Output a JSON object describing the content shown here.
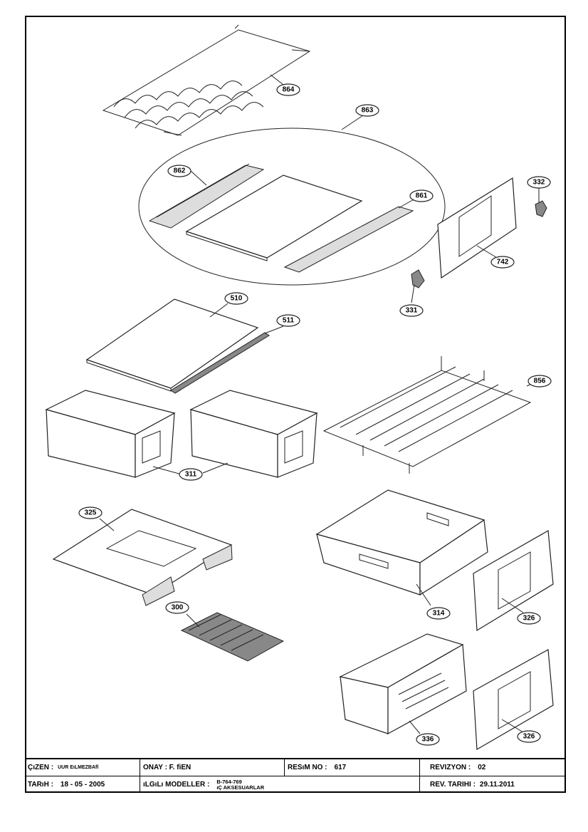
{
  "callouts": {
    "p864": "864",
    "p863": "863",
    "p862": "862",
    "p861": "861",
    "p332": "332",
    "p742": "742",
    "p331": "331",
    "p510": "510",
    "p511": "511",
    "p856": "856",
    "p311": "311",
    "p325": "325",
    "p314": "314",
    "p326a": "326",
    "p300": "300",
    "p336": "336",
    "p326b": "326"
  },
  "title_block": {
    "drawn_by_label": "ÇıZEN :",
    "drawn_by_value": "UUR EıLMEZBAfl",
    "approved_label": "ONAY : F. fiEN",
    "drawing_no_label": "RESıM NO :",
    "drawing_no_value": "617",
    "revision_label": "REVIZYON :",
    "revision_value": "02",
    "date_label": "TARıH :",
    "date_value": "18 - 05 - 2005",
    "models_label": "ıLGıLı MODELLER :",
    "models_value_1": "B-764-769",
    "models_value_2": "ıÇ AKSESUARLAR",
    "rev_date_label": "REV. TARIHI :",
    "rev_date_value": "29.11.2011"
  }
}
